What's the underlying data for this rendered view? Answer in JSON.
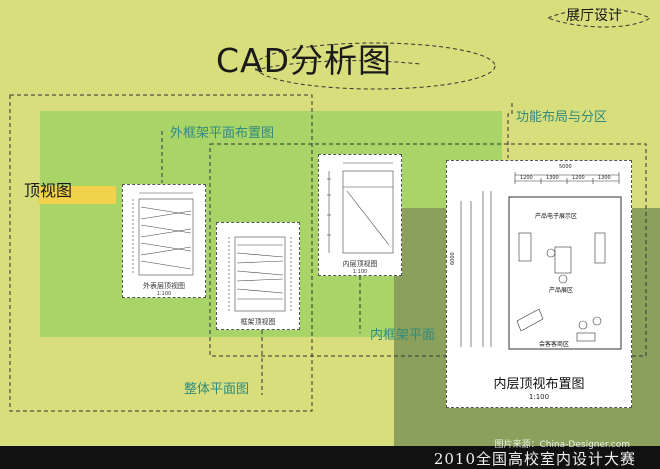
{
  "header": {
    "title": "CAD分析图",
    "corner_label": "展厅设计"
  },
  "labels": {
    "top_view": "顶视图",
    "outer_frame_plan": "外框架平面布置图",
    "function_layout": "功能布局与分区",
    "inner_frame_plan": "内框架平面",
    "overall_plan": "整体平面图"
  },
  "sheets": {
    "outer_ceiling": {
      "caption": "外表层顶视图",
      "scale": "1:100"
    },
    "frame_ceiling": {
      "caption": "框架顶视图"
    },
    "inner_ceiling": {
      "caption": "内层顶视图",
      "scale": "1:100"
    },
    "inner_ceiling_layout": {
      "caption": "内层顶视布置图",
      "scale": "1:100",
      "dim_total": "5000",
      "dim_segments": [
        "1200",
        "1300",
        "1200",
        "1300"
      ],
      "dim_side": "6000",
      "zones": [
        "产品电子展示区",
        "产品展区",
        "会客客商区"
      ]
    }
  },
  "footer": {
    "title": "2010全国高校室内设计大赛",
    "watermark": "图片来源：China-Designer.com"
  },
  "colors": {
    "background": "#d9de7c",
    "light_green": "#a9d467",
    "olive_green": "#8aa05c",
    "highlight_yellow": "#f1d24a",
    "label_teal": "#2f8b7c",
    "footer_bg": "#111111"
  }
}
